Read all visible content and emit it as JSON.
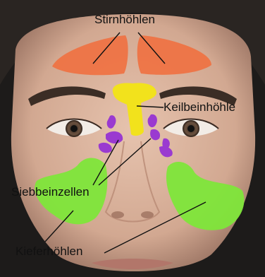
{
  "labels": {
    "frontal": "Stirnhöhlen",
    "sphenoid": "Keilbeinhöhle",
    "ethmoid": "Siebbeinzellen",
    "maxillary": "Kieferhöhlen"
  },
  "colors": {
    "frontal": "#f07040",
    "sphenoid": "#f2e21c",
    "ethmoid": "#9a3ad0",
    "maxillary": "#7ee63a",
    "skin": "#ddb6a0",
    "hair": "#2a2522"
  }
}
